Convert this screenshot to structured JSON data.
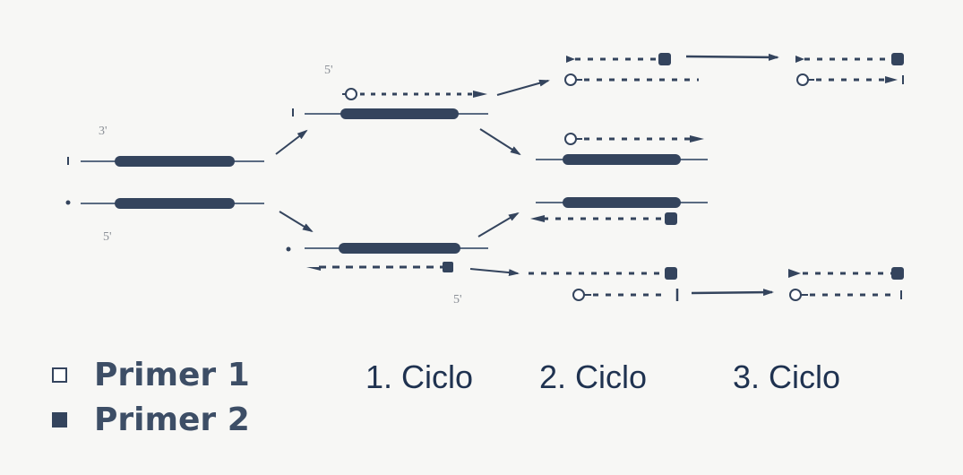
{
  "legend": {
    "primer1": {
      "label": "Primer 1",
      "symbol": "open-circle-primer"
    },
    "primer2": {
      "label": "Primer 2",
      "symbol": "filled-square-primer"
    }
  },
  "cycles": [
    "1. Ciclo",
    "2. Ciclo",
    "3. Ciclo"
  ],
  "strand_end_labels": {
    "five_prime": "5'",
    "three_prime": "3'"
  },
  "colors": {
    "strand": "#34445d",
    "line": "#5a6b82",
    "cycle_text": "#1f3250",
    "legend_text": "#3d4e66"
  }
}
